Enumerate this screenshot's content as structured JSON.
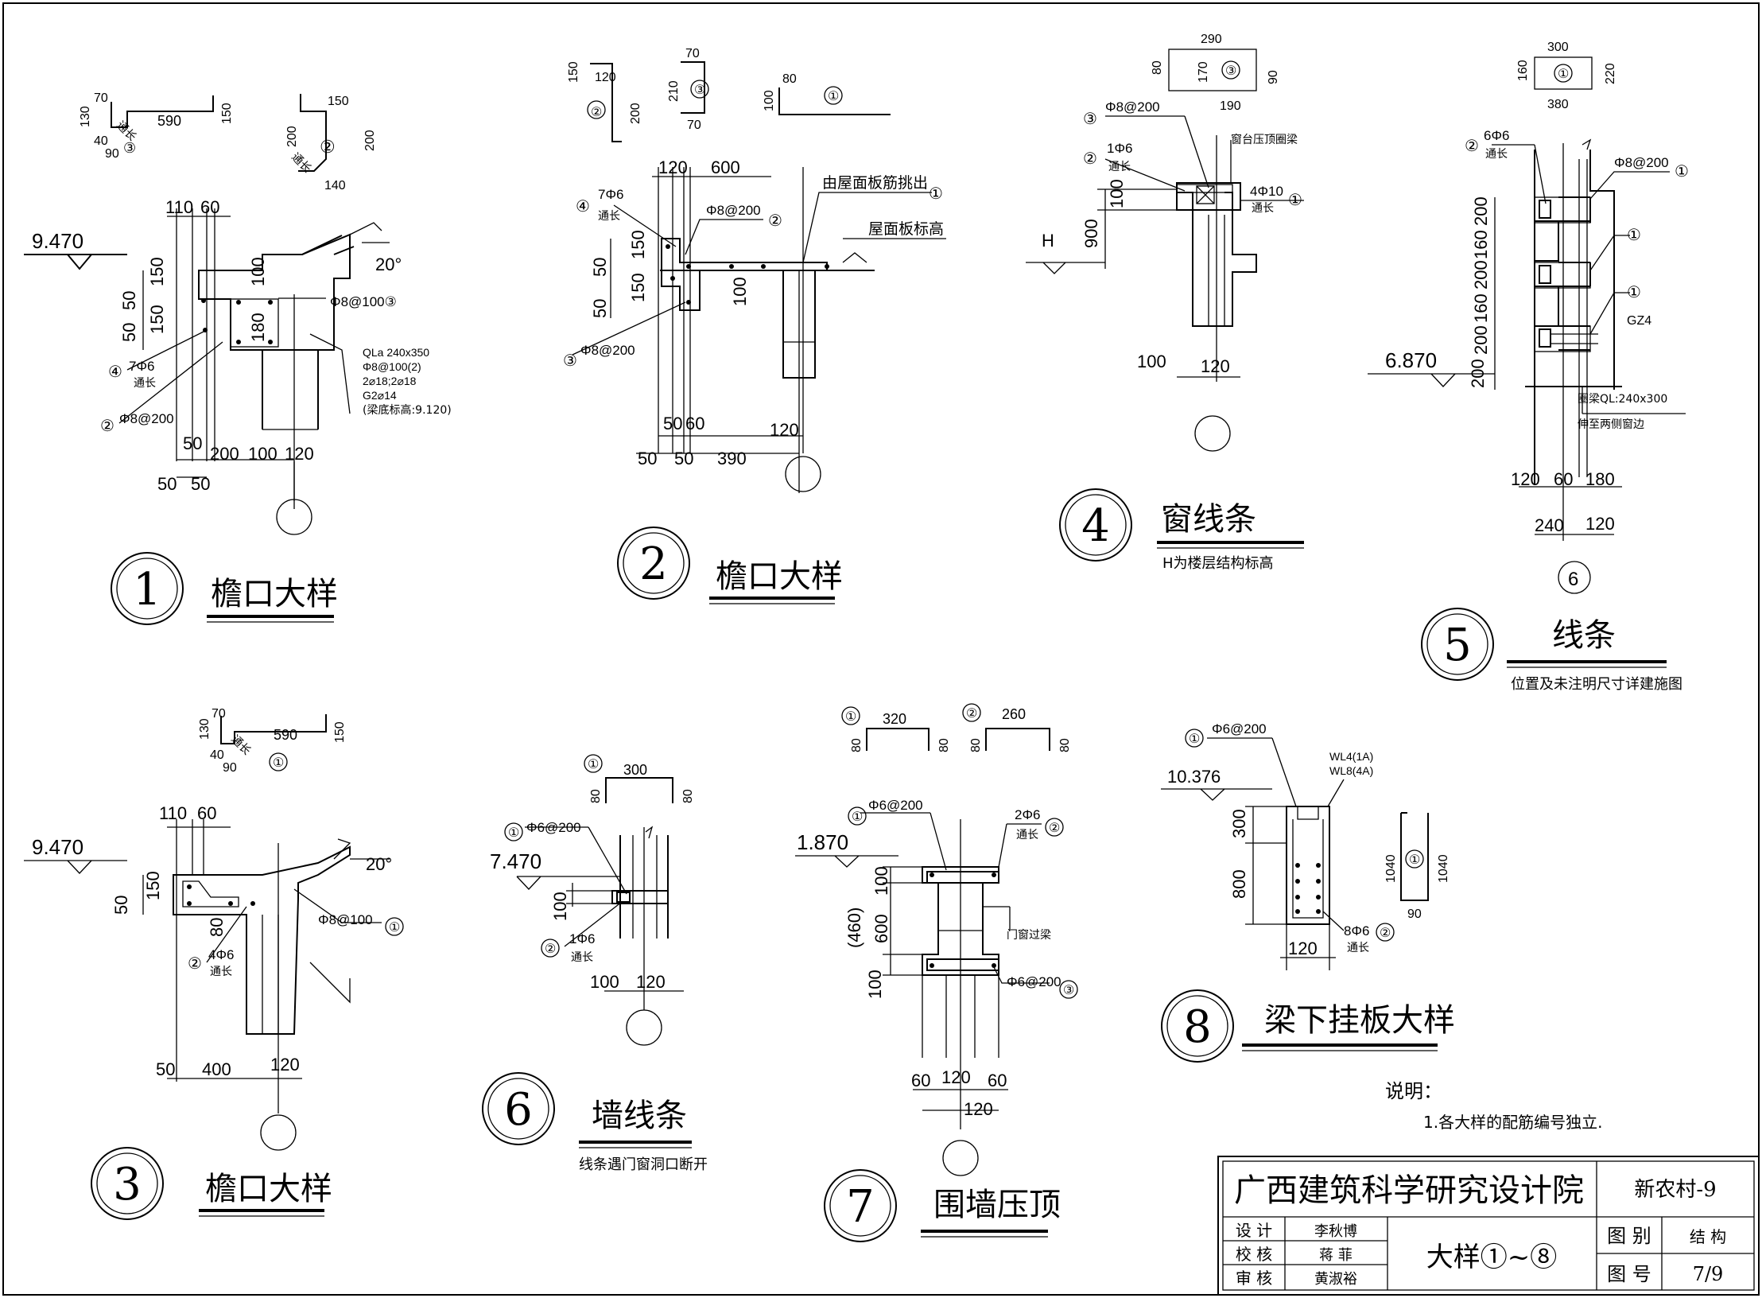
{
  "details": [
    {
      "num": "1",
      "title": "檐口大样",
      "note": ""
    },
    {
      "num": "2",
      "title": "檐口大样",
      "note": ""
    },
    {
      "num": "3",
      "title": "檐口大样",
      "note": ""
    },
    {
      "num": "4",
      "title": "窗线条",
      "note": "H为楼层结构标高"
    },
    {
      "num": "5",
      "title": "线条",
      "note": "位置及未注明尺寸详建施图"
    },
    {
      "num": "6",
      "title": "墙线条",
      "note": "线条遇门窗洞口断开"
    },
    {
      "num": "7",
      "title": "围墙压顶",
      "note": ""
    },
    {
      "num": "8",
      "title": "梁下挂板大样",
      "note": ""
    }
  ],
  "d1": {
    "elev": "9.470",
    "angle": "20°",
    "bar3": {
      "tag": "③",
      "a": "70",
      "b": "590",
      "c": "150",
      "d": "130",
      "e": "40",
      "f": "90",
      "note": "通长"
    },
    "bar2": {
      "tag": "②",
      "a": "150",
      "b": "200",
      "c": "200",
      "d": "140",
      "note": "通长"
    },
    "dims_top": [
      "110",
      "60"
    ],
    "dims_left": [
      "150",
      "50",
      "150",
      "50"
    ],
    "dims_mid": [
      "100",
      "180"
    ],
    "dims_bot": [
      "50",
      "200",
      "100",
      "120",
      "50",
      "50"
    ],
    "callout3": "Φ8@100③",
    "beam": [
      "QLa 240x350",
      "Φ8@100(2)",
      "2⌀18;2⌀18",
      "G2⌀14",
      "(梁底标高:9.120)"
    ],
    "callout4": "④",
    "callout4_txt": "7Φ6",
    "callout4_note": "通长",
    "callout2": "②",
    "callout2_txt": "Φ8@200"
  },
  "d2": {
    "bar2": {
      "tag": "②",
      "a": "150",
      "b": "120",
      "c": "200"
    },
    "bar3": {
      "tag": "③",
      "a": "70",
      "b": "210",
      "c": "70"
    },
    "bar1": {
      "tag": "①",
      "a": "80",
      "b": "100"
    },
    "dims_top": [
      "120",
      "600"
    ],
    "c4": "④",
    "c4_txt": "7Φ6",
    "c4_note": "通长",
    "c2_txt": "Φ8@200",
    "c2": "②",
    "c1_txt": "由屋面板筋挑出",
    "c1": "①",
    "roof": "屋面板标高",
    "dims_left": [
      "50",
      "150",
      "50",
      "150"
    ],
    "dim100": "100",
    "c3": "③",
    "c3_txt": "Φ8@200",
    "dims_bot": [
      "50",
      "60",
      "120",
      "50",
      "50",
      "390"
    ]
  },
  "d3": {
    "elev": "9.470",
    "angle": "20°",
    "bar1": {
      "tag": "①",
      "a": "70",
      "b": "590",
      "c": "150",
      "d": "130",
      "e": "40",
      "f": "90",
      "note": "通长"
    },
    "dims_top": [
      "110",
      "60"
    ],
    "dims_left": [
      "150",
      "50"
    ],
    "dim80": "80",
    "c1_txt": "Φ8@100",
    "c1": "①",
    "c2": "②",
    "c2_txt": "4Φ6",
    "c2_note": "通长",
    "dims_bot": [
      "50",
      "400",
      "120"
    ]
  },
  "d4": {
    "bar3": {
      "tag": "③",
      "a": "290",
      "b": "80",
      "c": "170",
      "d": "90",
      "e": "190"
    },
    "c3": "③",
    "c3_txt": "Φ8@200",
    "c2": "②",
    "c2_txt": "1Φ6",
    "c2_note": "通长",
    "beam": "窗台压顶圈梁",
    "c1_txt": "4Φ10",
    "c1_note": "通长",
    "c1": "①",
    "dims": [
      "100",
      "900",
      "100",
      "120"
    ],
    "h": "H"
  },
  "d5": {
    "bar1": {
      "tag": "①",
      "a": "300",
      "b": "160",
      "c": "220",
      "d": "380"
    },
    "c2": "②",
    "c2_txt": "6Φ6",
    "c2_note": "通长",
    "c1a_txt": "Φ8@200",
    "c1": "①",
    "dims_left": [
      "200",
      "160",
      "200",
      "160",
      "200",
      "200"
    ],
    "gz": "GZ4",
    "elev": "6.870",
    "beam": "圈梁QL:240x300",
    "beam_note": "伸至两侧窗边",
    "dims_bot": [
      "120",
      "60",
      "180",
      "240",
      "120"
    ],
    "axis": "6"
  },
  "d6": {
    "bar1": {
      "tag": "①",
      "a": "300",
      "b": "80",
      "c": "80"
    },
    "c1": "①",
    "c1_txt": "Φ6@200",
    "elev": "7.470",
    "dim100": "100",
    "c2": "②",
    "c2_txt": "1Φ6",
    "c2_note": "通长",
    "dims_bot": [
      "100",
      "120"
    ]
  },
  "d7": {
    "bar1": {
      "tag": "①",
      "a": "320",
      "b": "80",
      "c": "80"
    },
    "bar2": {
      "tag": "②",
      "a": "260",
      "b": "80",
      "c": "80"
    },
    "c1": "①",
    "c1_txt": "Φ6@200",
    "c2_txt": "2Φ6",
    "c2_note": "通长",
    "c2": "②",
    "elev": "1.870",
    "dims_left": [
      "100",
      "600",
      "100",
      "(460)"
    ],
    "lintel": "门窗过梁",
    "c3_txt": "Φ6@200",
    "c3": "③",
    "dims_bot": [
      "60",
      "120",
      "60",
      "120"
    ]
  },
  "d8": {
    "c1": "①",
    "c1_txt": "Φ6@200",
    "elev": "10.376",
    "wl": [
      "WL4(1A)",
      "WL8(4A)"
    ],
    "dims_left": [
      "300",
      "800"
    ],
    "dim120": "120",
    "c2_txt": "8Φ6",
    "c2_note": "通长",
    "c2": "②",
    "bar1": {
      "tag": "①",
      "a": "1040",
      "b": "1040",
      "c": "90"
    }
  },
  "notes": {
    "title": "说明：",
    "line1": "1.各大样的配筋编号独立."
  },
  "titleblock": {
    "company": "广西建筑科学研究设计院",
    "project": "新农村-9",
    "design_label": "设  计",
    "design_name": "李秋博",
    "check_label": "校  核",
    "check_name": "蒋  菲",
    "review_label": "审  核",
    "review_name": "黄淑裕",
    "drawing_name": "大样①~⑧",
    "type_label": "图 别",
    "type_value": "结  构",
    "no_label": "图 号",
    "no_value": "7/9"
  }
}
